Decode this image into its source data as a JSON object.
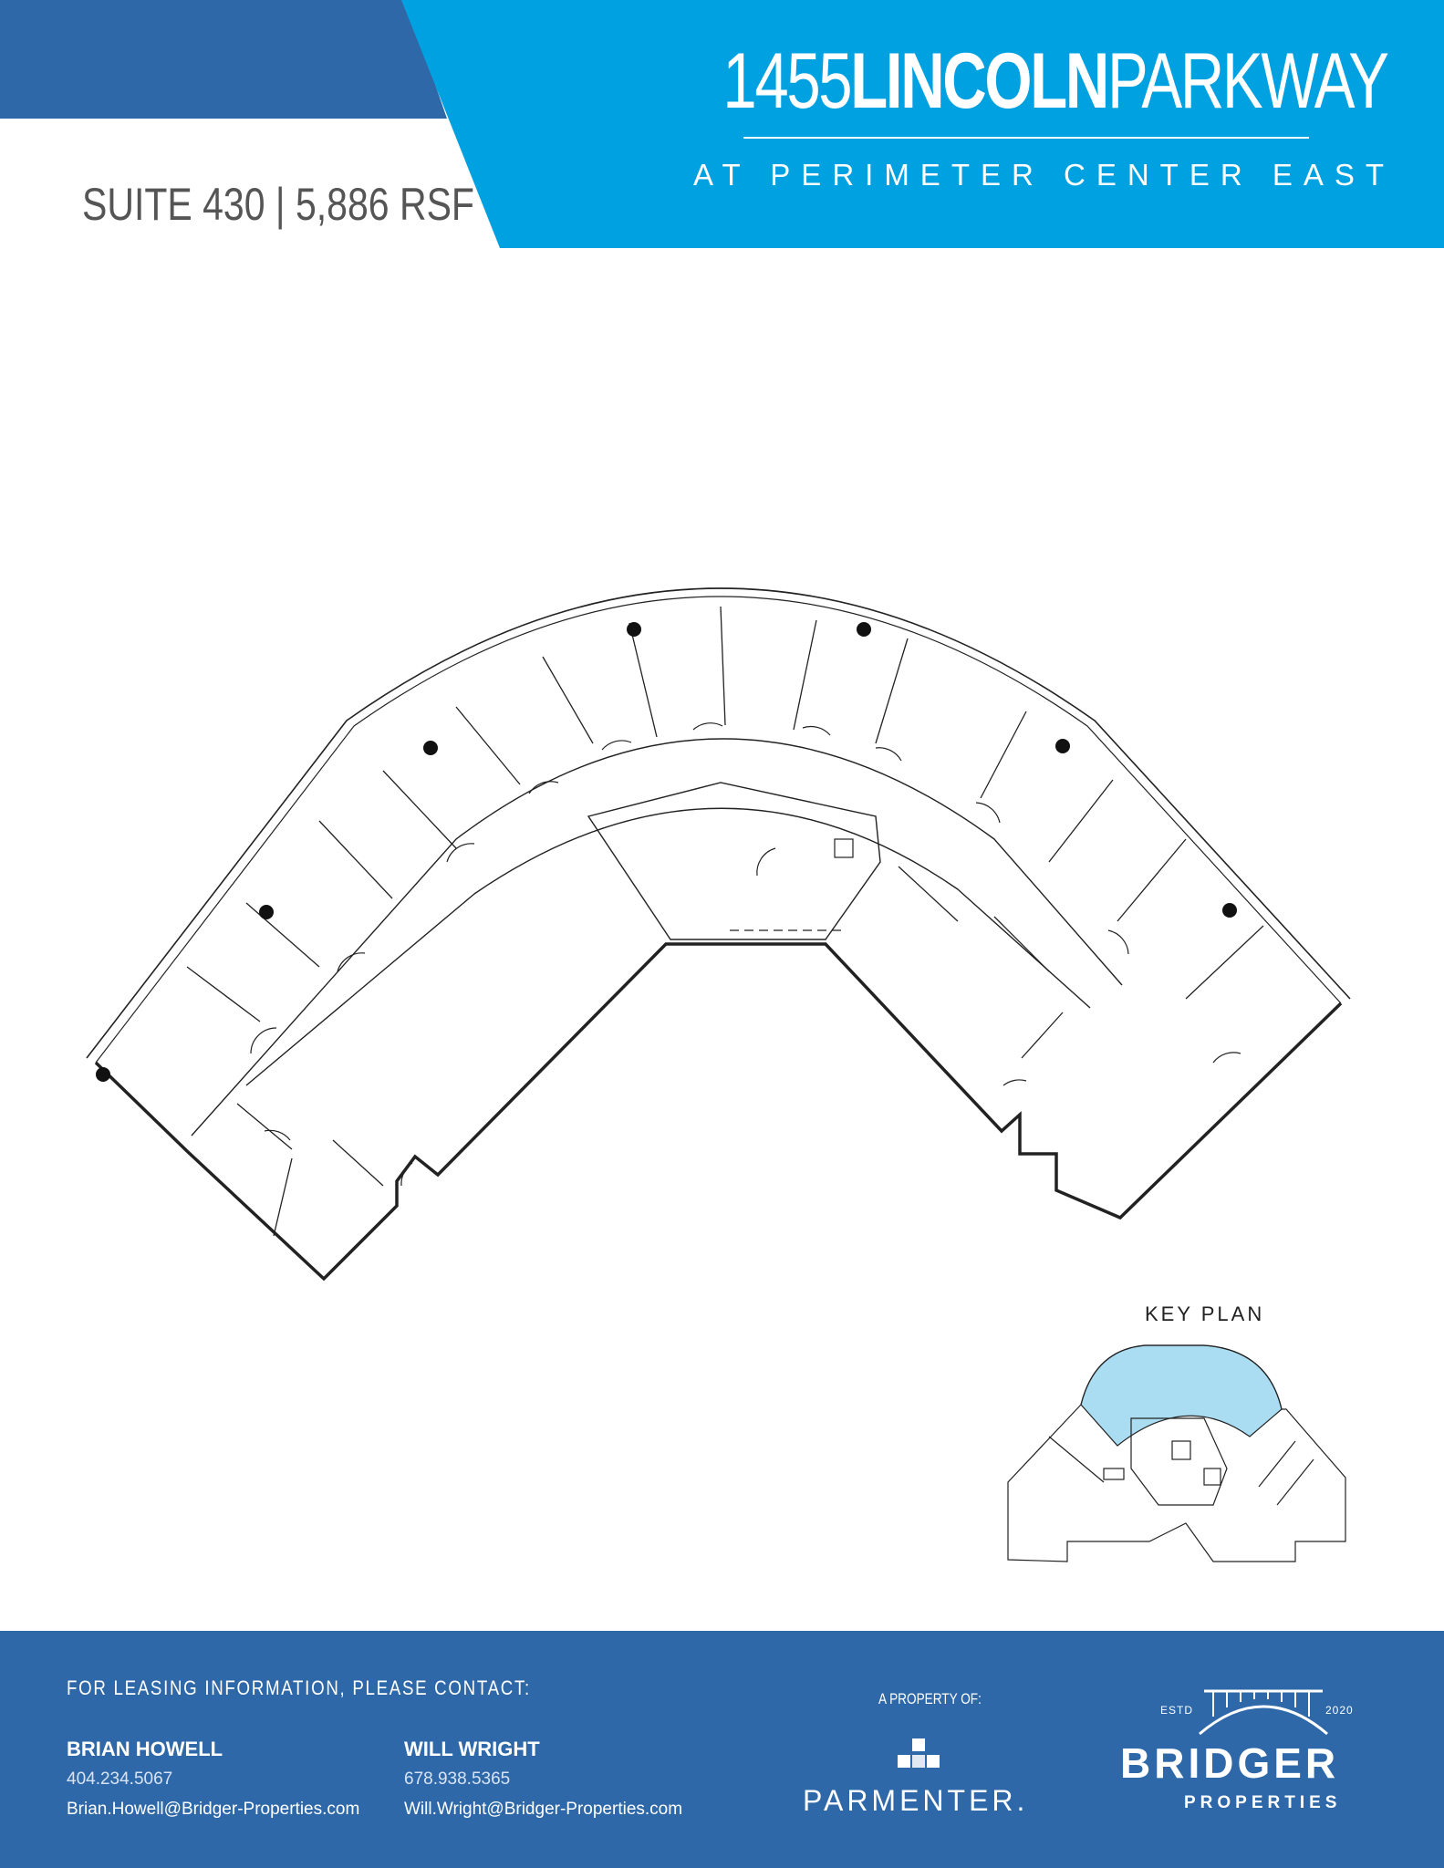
{
  "header": {
    "title_number": "1455",
    "title_bold": "LINCOLN",
    "title_rest": "PARKWAY",
    "subtitle": "AT PERIMETER CENTER EAST",
    "suite": "SUITE 430 | 5,886 RSF",
    "colors": {
      "dark_blue": "#2e68a8",
      "light_blue": "#00a1e1"
    }
  },
  "keyplan": {
    "label": "KEY PLAN",
    "highlight_color": "#aadcf2"
  },
  "footer": {
    "contact_heading": "FOR LEASING INFORMATION, PLEASE CONTACT:",
    "contacts": [
      {
        "name": "BRIAN HOWELL",
        "phone": "404.234.5067",
        "email": "Brian.Howell@Bridger-Properties.com"
      },
      {
        "name": "WILL WRIGHT",
        "phone": "678.938.5365",
        "email": "Will.Wright@Bridger-Properties.com"
      }
    ],
    "property_of": "A PROPERTY OF:",
    "parmenter": "PARMENTER.",
    "bridger": {
      "estd": "ESTD",
      "year": "2020",
      "name": "BRIDGER",
      "sub": "PROPERTIES"
    }
  }
}
